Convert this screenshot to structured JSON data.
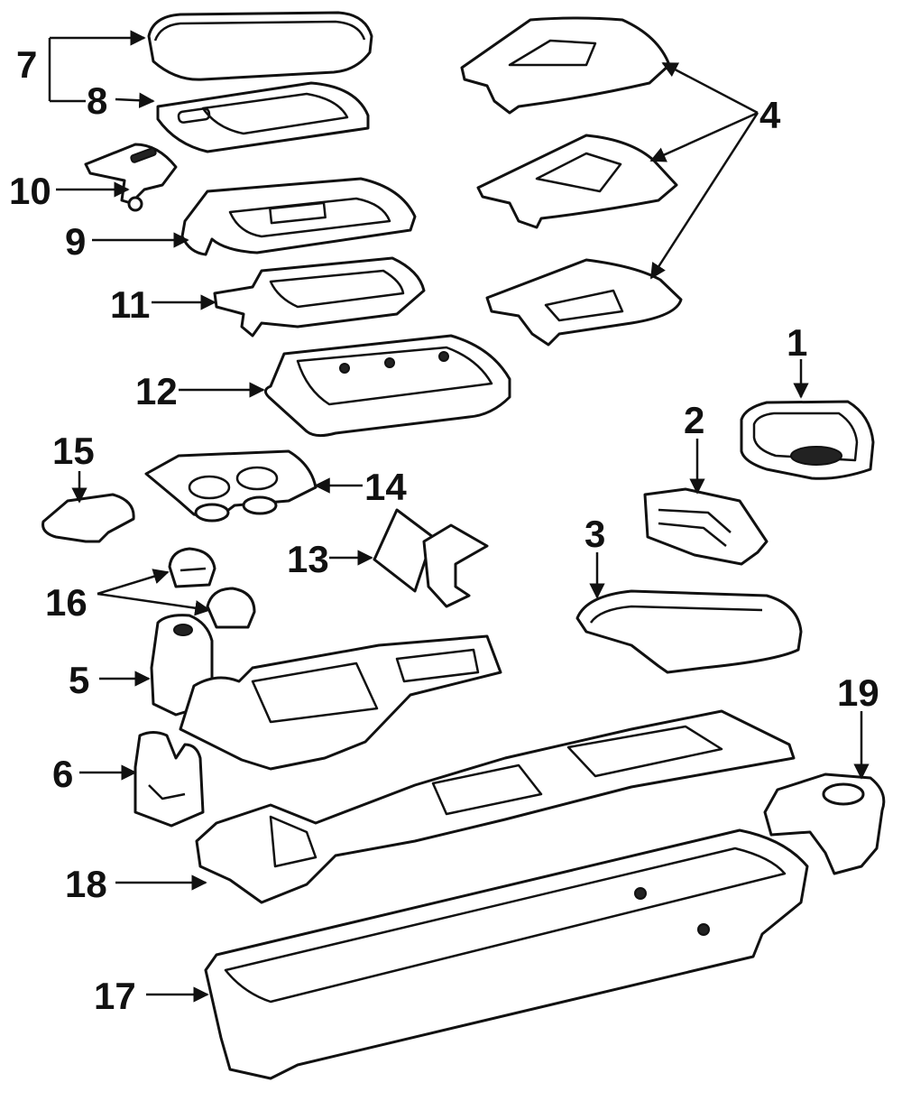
{
  "diagram": {
    "callouts": [
      {
        "id": "c1",
        "label": "1"
      },
      {
        "id": "c2",
        "label": "2"
      },
      {
        "id": "c3",
        "label": "3"
      },
      {
        "id": "c4",
        "label": "4"
      },
      {
        "id": "c5",
        "label": "5"
      },
      {
        "id": "c6",
        "label": "6"
      },
      {
        "id": "c7",
        "label": "7"
      },
      {
        "id": "c8",
        "label": "8"
      },
      {
        "id": "c9",
        "label": "9"
      },
      {
        "id": "c10",
        "label": "10"
      },
      {
        "id": "c11",
        "label": "11"
      },
      {
        "id": "c12",
        "label": "12"
      },
      {
        "id": "c13",
        "label": "13"
      },
      {
        "id": "c14",
        "label": "14"
      },
      {
        "id": "c15",
        "label": "15"
      },
      {
        "id": "c16",
        "label": "16"
      },
      {
        "id": "c17",
        "label": "17"
      },
      {
        "id": "c18",
        "label": "18"
      },
      {
        "id": "c19",
        "label": "19"
      }
    ],
    "colors": {
      "line": "#111111",
      "fill": "#ffffff",
      "background": "#ffffff"
    }
  }
}
